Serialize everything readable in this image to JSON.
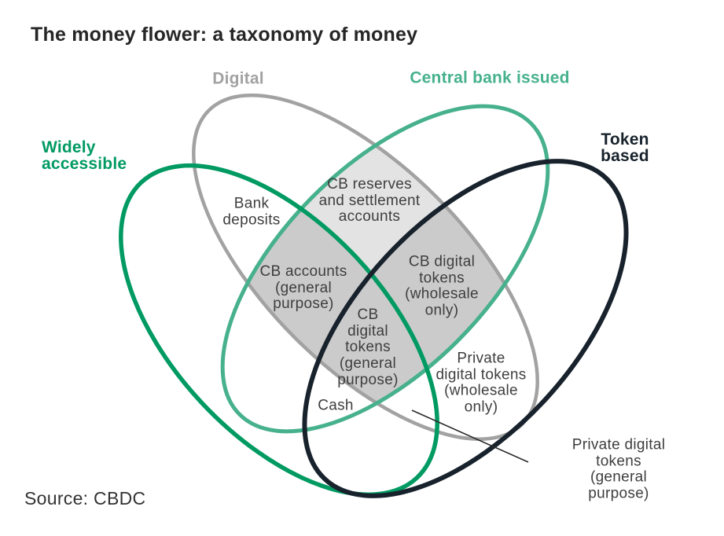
{
  "title": "The money flower: a taxonomy of money",
  "source_note": "Source: CBDC",
  "colors": {
    "digital": "#a2a2a2",
    "central_bank": "#46b18c",
    "widely_accessible": "#009a62",
    "token_based": "#18222c",
    "overlap_light": "#e3e3e3",
    "overlap_dark": "#cbcbcb",
    "region_text": "#3e3e3e",
    "callout_line": "#2b2b2b"
  },
  "sets": [
    {
      "id": "digital",
      "label": "Digital"
    },
    {
      "id": "central-bank-issued",
      "label": "Central bank issued"
    },
    {
      "id": "widely-accessible",
      "label": "Widely\naccessible"
    },
    {
      "id": "token-based",
      "label": "Token based"
    }
  ],
  "regions": [
    {
      "id": "bank-deposits",
      "label": "Bank\ndeposits"
    },
    {
      "id": "cb-reserves",
      "label": "CB reserves\nand settlement\naccounts"
    },
    {
      "id": "cb-accounts-general",
      "label": "CB accounts\n(general\npurpose)"
    },
    {
      "id": "cb-digital-tokens-wholesale",
      "label": "CB digital\ntokens\n(wholesale\nonly)"
    },
    {
      "id": "cb-digital-tokens-general",
      "label": "CB\ndigital\ntokens\n(general\npurpose)"
    },
    {
      "id": "cash",
      "label": "Cash"
    },
    {
      "id": "private-digital-tokens-wholesale",
      "label": "Private\ndigital tokens\n(wholesale\nonly)"
    },
    {
      "id": "private-digital-tokens-general",
      "label": "Private digital tokens\n(general purpose)"
    }
  ]
}
